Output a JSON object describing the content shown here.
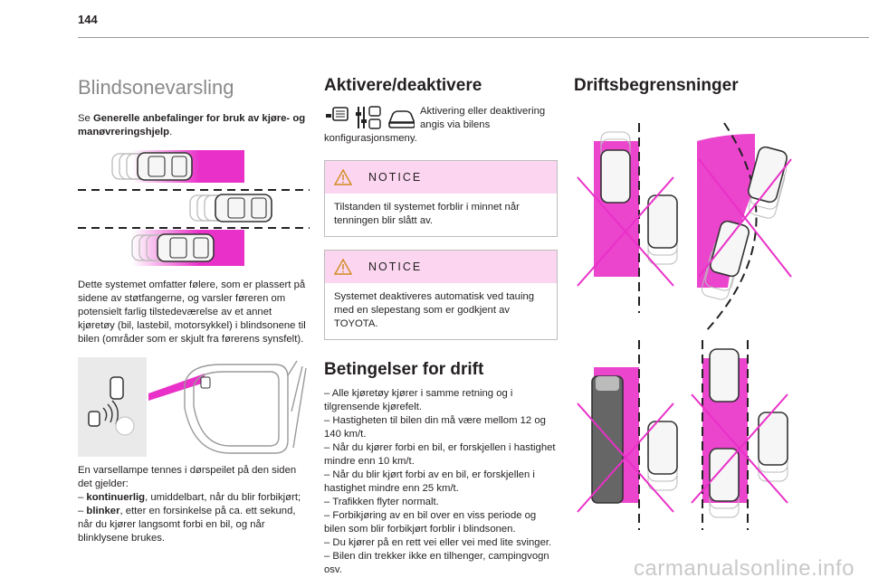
{
  "page_number": "144",
  "col1": {
    "title": "Blindsonevarsling",
    "intro_prefix": "Se ",
    "intro_bold": "Generelle anbefalinger for bruk av kjøre- og manøvreringshjelp",
    "intro_suffix": ".",
    "description": "Dette systemet omfatter følere, som er plassert på sidene av støtfangerne, og varsler føreren om potensielt farlig tilstedeværelse av et annet kjøretøy (bil, lastebil, motorsykkel) i blindsonene til bilen (områder som er skjult fra førerens synsfelt).",
    "lamp_text": "En varsellampe tennes i dørspeilet på den siden det gjelder:",
    "items": [
      {
        "dash": "– ",
        "bold": "kontinuerlig",
        "text": ", umiddelbart, når du blir forbikjørt;"
      },
      {
        "dash": "– ",
        "bold": "blinker",
        "text": ", etter en forsinkelse på ca. ett sekund, når du kjører langsomt forbi en bil, og når blinklysene brukes."
      }
    ]
  },
  "col2": {
    "title": "Aktivere/deaktivere",
    "activation_text_1": "Aktivering eller deaktivering",
    "activation_text_2": "angis via bilens",
    "activation_text_3": "konfigurasjonsmeny.",
    "notice_label": "NOTICE",
    "notice1_text": "Tilstanden til systemet forblir i minnet når tenningen blir slått av.",
    "notice2_text": "Systemet deaktiveres automatisk ved tauing med en slepestang som er godkjent av TOYOTA.",
    "conditions_title": "Betingelser for drift",
    "conditions": [
      "– Alle kjøretøy kjører i samme retning og i tilgrensende kjørefelt.",
      "– Hastigheten til bilen din må være mellom 12 og 140 km/t.",
      "– Når du kjører forbi en bil, er forskjellen i hastighet mindre enn 10 km/t.",
      "– Når du blir kjørt forbi av en bil, er forskjellen i hastighet mindre enn 25 km/t.",
      "– Trafikken flyter normalt.",
      "– Forbikjøring av en bil over en viss periode og bilen som blir forbikjørt forblir i blindsonen.",
      "– Du kjører på en rett vei eller vei med lite svinger.",
      "– Bilen din trekker ikke en tilhenger, campingvogn osv."
    ]
  },
  "col3": {
    "title": "Driftsbegrensninger"
  },
  "watermark": "carmanualsonline.info",
  "colors": {
    "magenta": "#e930c8",
    "pink_light": "#fcd6f0",
    "text": "#231f20"
  }
}
